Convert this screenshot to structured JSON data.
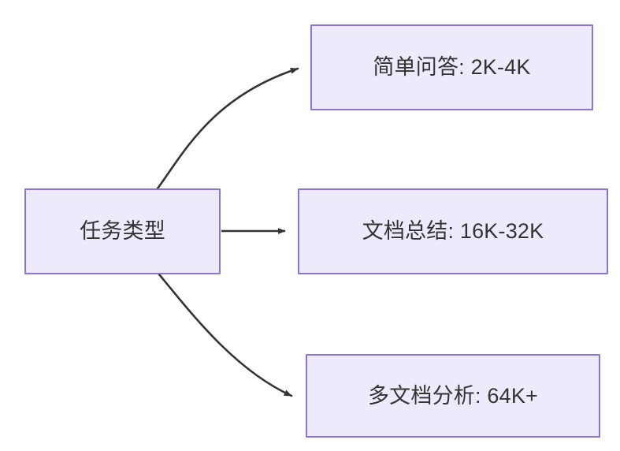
{
  "diagram": {
    "type": "flowchart",
    "direction": "left-to-right",
    "background_color": "#FFFFFF",
    "node_fill_color": "#ECEAFB",
    "node_border_color": "#8C73D6",
    "node_text_color": "#333333",
    "edge_color": "#333333",
    "nodes": [
      {
        "id": "source",
        "label": "任务类型",
        "role": "source"
      },
      {
        "id": "simple-qa",
        "label": "简单问答: 2K-4K",
        "role": "target"
      },
      {
        "id": "doc-summary",
        "label": "文档总结: 16K-32K",
        "role": "target"
      },
      {
        "id": "multi-doc",
        "label": "多文档分析: 64K+",
        "role": "target"
      }
    ],
    "edges": [
      {
        "id": "edge-source-to-simple-qa",
        "from": "source",
        "to": "simple-qa",
        "style": "curved",
        "arrowhead": "filled-triangle"
      },
      {
        "id": "edge-source-to-doc-summary",
        "from": "source",
        "to": "doc-summary",
        "style": "straight",
        "arrowhead": "filled-triangle"
      },
      {
        "id": "edge-source-to-multi-doc",
        "from": "source",
        "to": "multi-doc",
        "style": "curved",
        "arrowhead": "filled-triangle"
      }
    ]
  }
}
